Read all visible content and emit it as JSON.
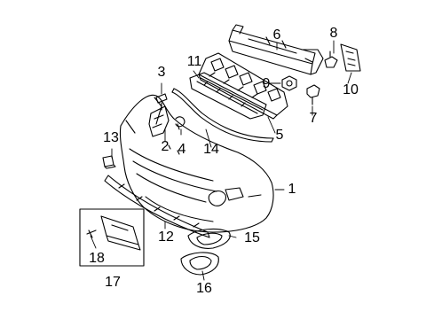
{
  "diagram": {
    "line_color": "#000000",
    "background": "#ffffff",
    "callouts": {
      "c1": "1",
      "c2": "2",
      "c3": "3",
      "c4": "4",
      "c5": "5",
      "c6": "6",
      "c7": "7",
      "c8": "8",
      "c9": "9",
      "c10": "10",
      "c11": "11",
      "c12": "12",
      "c13": "13",
      "c14": "14",
      "c15": "15",
      "c16": "16",
      "c17": "17",
      "c18": "18"
    }
  }
}
